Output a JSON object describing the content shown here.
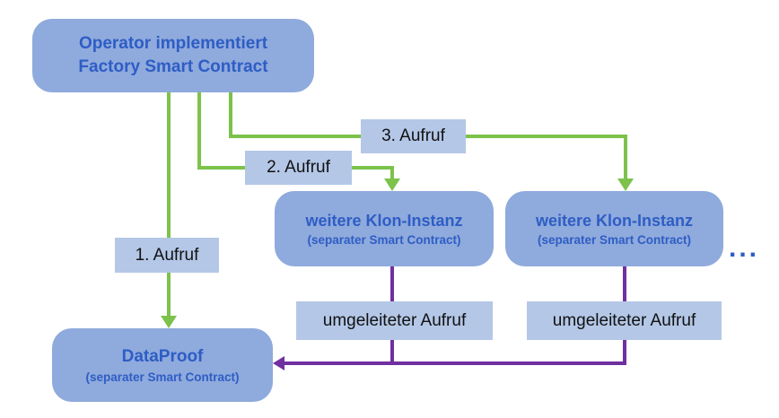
{
  "diagram": {
    "operator": {
      "line1": "Operator implementiert",
      "line2": "Factory Smart Contract"
    },
    "clone1": {
      "title": "weitere Klon-Instanz",
      "subtitle": "(separater Smart Contract)"
    },
    "clone2": {
      "title": "weitere Klon-Instanz",
      "subtitle": "(separater Smart Contract)"
    },
    "dataproof": {
      "title": "DataProof",
      "subtitle": "(separater Smart Contract)"
    },
    "calls": {
      "call1": "1. Aufruf",
      "call2": "2. Aufruf",
      "call3": "3. Aufruf"
    },
    "redirects": {
      "redirect1": "umgeleiteter Aufruf",
      "redirect2": "umgeleiteter Aufruf"
    },
    "ellipsis": "...",
    "colors": {
      "node_fill": "#8FAADC",
      "label_fill": "#B4C7E7",
      "node_text": "#2E5DC5",
      "label_text": "#111111",
      "arrow_green": "#7CC24B",
      "arrow_purple": "#7030A0"
    }
  }
}
